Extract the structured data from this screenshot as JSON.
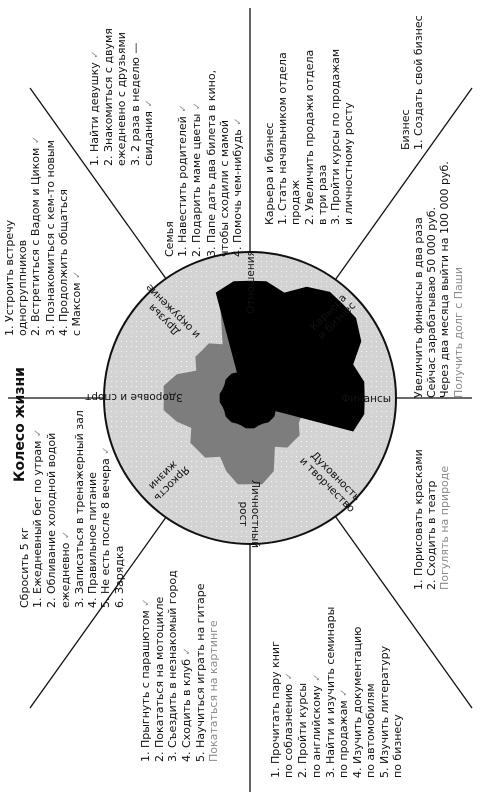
{
  "title": "Колесо жизни",
  "check": "✓",
  "colors": {
    "line": "#111111",
    "gray": "#7d7d7d",
    "light": "#d3d3d3",
    "dark": "#000000",
    "note": "#8a8a8a"
  },
  "wheel": {
    "sectors": [
      {
        "name": "Отношения",
        "lines": [
          "Отношения"
        ],
        "dark": 0.8
      },
      {
        "name": "Карьера и бизнес",
        "lines": [
          "Карьера",
          "и бизнес"
        ],
        "dark": 0.92
      },
      {
        "name": "Финансы",
        "lines": [
          "Финансы"
        ],
        "dark": 0.78
      },
      {
        "name": "Духовность и творчество",
        "lines": [
          "Духовность",
          "и творчество"
        ],
        "dark": 0.1
      },
      {
        "name": "Личностный рост",
        "lines": [
          "Личностный",
          "рост"
        ],
        "dark": 0.1
      },
      {
        "name": "Яркость жизни",
        "lines": [
          "Яркость",
          "жизни"
        ],
        "dark": 0.1
      },
      {
        "name": "Здоровье и спорт",
        "lines": [
          "Здоровье и спорт"
        ],
        "dark": 0.1
      },
      {
        "name": "Друзья и окружение",
        "lines": [
          "Друзья",
          "и окружение"
        ],
        "dark": 0.1
      }
    ],
    "gray_scores": [
      0.72,
      0.8,
      0.35,
      0.35,
      0.55,
      0.45,
      0.55,
      0.4
    ]
  },
  "panels": {
    "health": {
      "heading": "Сбросить 5 кг",
      "items": [
        {
          "text": "1. Ежедневный бег по утрам",
          "check": true
        },
        {
          "text": "2. Обливание холодной водой",
          "check": false
        },
        {
          "text": "    ежедневно",
          "check": true
        },
        {
          "text": "3. Записаться в тренажерный зал",
          "check": false
        },
        {
          "text": "4. Правильное питание",
          "check": false
        },
        {
          "text": "5. Не есть после 8 вечера",
          "check": true
        },
        {
          "text": "6. Зарядка",
          "check": false
        }
      ]
    },
    "friends": {
      "items": [
        {
          "text": "1. Устроить встречу",
          "check": false
        },
        {
          "text": "    одногруппников",
          "check": false
        },
        {
          "text": "2. Встретиться с Вадом и Циком",
          "check": true
        },
        {
          "text": "3. Познакомиться с кем-то новым",
          "check": false
        },
        {
          "text": "4. Продолжить общаться",
          "check": false
        },
        {
          "text": "    с Максом",
          "check": true
        }
      ]
    },
    "relations": {
      "items": [
        {
          "text": "1. Найти девушку",
          "check": true
        },
        {
          "text": "2. Знакомиться с двумя",
          "check": false
        },
        {
          "text": "    ежедневно с друзьями",
          "check": false
        },
        {
          "text": "3. 2 раза в неделю —",
          "check": false
        },
        {
          "text": "    свидания",
          "check": true
        }
      ]
    },
    "family": {
      "heading": "Семья",
      "items": [
        {
          "text": "1. Навестить родителей",
          "check": true
        },
        {
          "text": "2. Подарить маме цветы",
          "check": true
        },
        {
          "text": "3. Папе дать два билета в кино,",
          "check": false
        },
        {
          "text": "    чтобы сходили с мамой",
          "check": false
        },
        {
          "text": "4. Помочь чем-нибудь",
          "check": true
        }
      ]
    },
    "career": {
      "heading": "Карьера и бизнес",
      "items": [
        {
          "text": "1. Стать начальником отдела",
          "check": false
        },
        {
          "text": "    продаж",
          "check": false
        },
        {
          "text": "2. Увеличить продажи отдела",
          "check": false
        },
        {
          "text": "    в три раза",
          "check": false
        },
        {
          "text": "3. Пройти курсы по продажам",
          "check": false
        },
        {
          "text": "    и личностному росту",
          "check": false
        }
      ]
    },
    "business": {
      "heading": "Бизнес",
      "items": [
        {
          "text": "1. Создать свой бизнес",
          "check": false
        }
      ]
    },
    "finance": {
      "items": [
        {
          "text": "Увеличить финансы в два раза",
          "check": false
        },
        {
          "text": "Сейчас зарабатываю 50 000 руб.",
          "check": false
        },
        {
          "text": "Через два месяца выйти на 100 000 руб.",
          "check": false
        }
      ],
      "note": "Получить долг с Паши"
    },
    "spirit": {
      "items": [
        {
          "text": "1. Порисовать красками",
          "check": false
        },
        {
          "text": "2. Сходить в театр",
          "check": false
        }
      ],
      "note": "Погулять на природе"
    },
    "growth": {
      "items": [
        {
          "text": "1. Прочитать пару книг",
          "check": false
        },
        {
          "text": "    по соблазнению",
          "check": true
        },
        {
          "text": "2. Пройти курсы",
          "check": false
        },
        {
          "text": "    по английскому",
          "check": true
        },
        {
          "text": "3. Найти и изучить семинары",
          "check": false
        },
        {
          "text": "    по продажам",
          "check": true
        },
        {
          "text": "4. Изучить документацию",
          "check": false
        },
        {
          "text": "    по автомобилям",
          "check": false
        },
        {
          "text": "5. Изучить литературу",
          "check": false
        },
        {
          "text": "    по бизнесу",
          "check": false
        }
      ]
    },
    "bright": {
      "items": [
        {
          "text": "1. Прыгнуть с парашютом",
          "check": true
        },
        {
          "text": "2. Покататься на мотоцикле",
          "check": false
        },
        {
          "text": "3. Съездить в незнакомый город",
          "check": false
        },
        {
          "text": "4. Сходить в клуб",
          "check": true
        },
        {
          "text": "5. Научиться играть на гитаре",
          "check": false
        }
      ],
      "note": "Покататься на картинге"
    }
  }
}
